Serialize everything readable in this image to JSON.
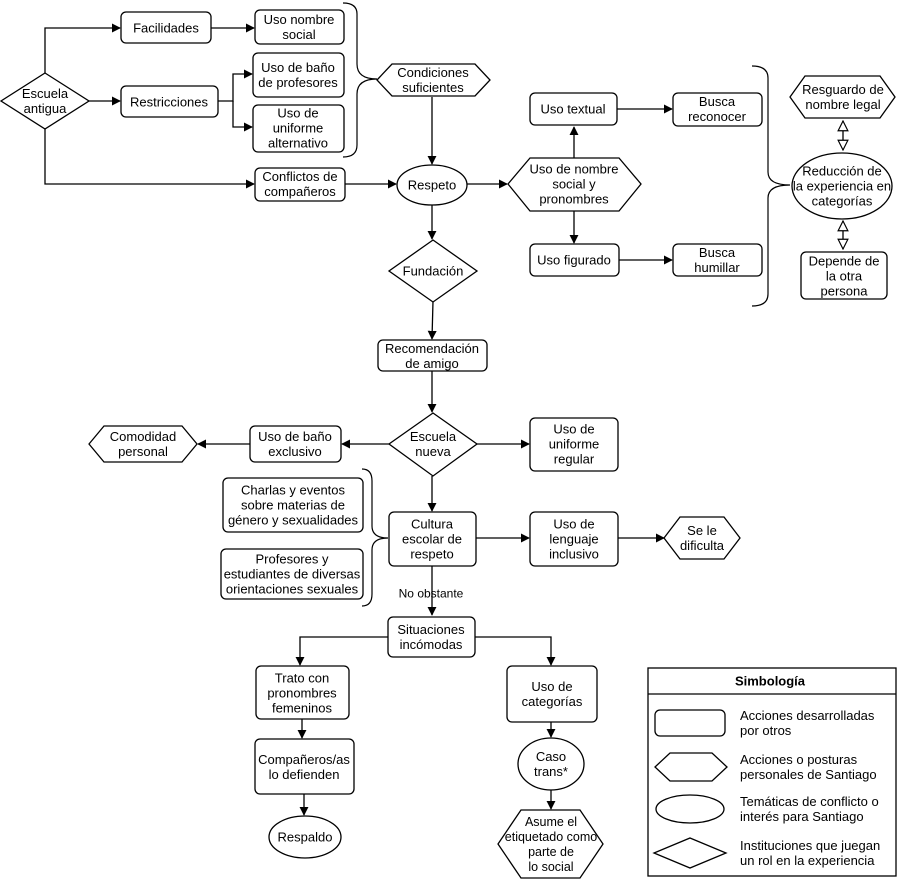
{
  "nodes": {
    "escuela_antigua": "Escuela\nantigua",
    "facilidades": "Facilidades",
    "uso_nombre_social": "Uso nombre\nsocial",
    "restricciones": "Restricciones",
    "uso_bano_profesores": "Uso de baño\nde profesores",
    "uso_uniforme_alternativo": "Uso de\nuniforme\nalternativo",
    "condiciones_suficientes": "Condiciones\nsuficientes",
    "conflictos_companeros": "Conflictos de\ncompañeros",
    "respeto": "Respeto",
    "uso_nombre_pronombres": "Uso de nombre\nsocial y\npronombres",
    "uso_textual": "Uso textual",
    "busca_reconocer": "Busca\nreconocer",
    "uso_figurado": "Uso figurado",
    "busca_humillar": "Busca\nhumillar",
    "resguardo_nombre_legal": "Resguardo de\nnombre legal",
    "reduccion_experiencia": "Reducción de\nla experiencia en\ncategorías",
    "depende_otra_persona": "Depende de\nla otra\npersona",
    "fundacion": "Fundación",
    "recomendacion_amigo": "Recomendación\nde amigo",
    "escuela_nueva": "Escuela\nnueva",
    "uso_bano_exclusivo": "Uso de baño\nexclusivo",
    "comodidad_personal": "Comodidad\npersonal",
    "uso_uniforme_regular": "Uso de\nuniforme\nregular",
    "charlas_eventos": "Charlas y eventos\nsobre materias de\ngénero y sexualidades",
    "profesores_estudiantes": "Profesores y\nestudiantes de diversas\norientaciones sexuales",
    "cultura_escolar": "Cultura\nescolar de\nrespeto",
    "uso_lenguaje_inclusivo": "Uso de\nlenguaje\ninclusivo",
    "se_le_dificulta": "Se le\ndificulta",
    "no_obstante": "No obstante",
    "situaciones_incomodas": "Situaciones\nincómodas",
    "trato_pronombres_femeninos": "Trato con\npronombres\nfemeninos",
    "companeros_defienden": "Compañeros/as\nlo defienden",
    "respaldo": "Respaldo",
    "uso_categorias": "Uso de\ncategorías",
    "caso_trans": "Caso\ntrans*",
    "asume_etiquetado": "Asume el\netiquetado como\nparte de\nlo social"
  },
  "legend": {
    "title": "Simbología",
    "items": [
      {
        "shape": "rounded-rectangle",
        "label": "Acciones desarrolladas\npor otros"
      },
      {
        "shape": "hexagon",
        "label": "Acciones o posturas\npersonales de Santiago"
      },
      {
        "shape": "ellipse",
        "label": "Temáticas de conflicto o\ninterés para Santiago"
      },
      {
        "shape": "diamond",
        "label": "Instituciones que juegan\nun rol en la experiencia"
      }
    ]
  },
  "colors": {
    "stroke": "#000000",
    "fill": "#ffffff",
    "background": "#ffffff"
  }
}
